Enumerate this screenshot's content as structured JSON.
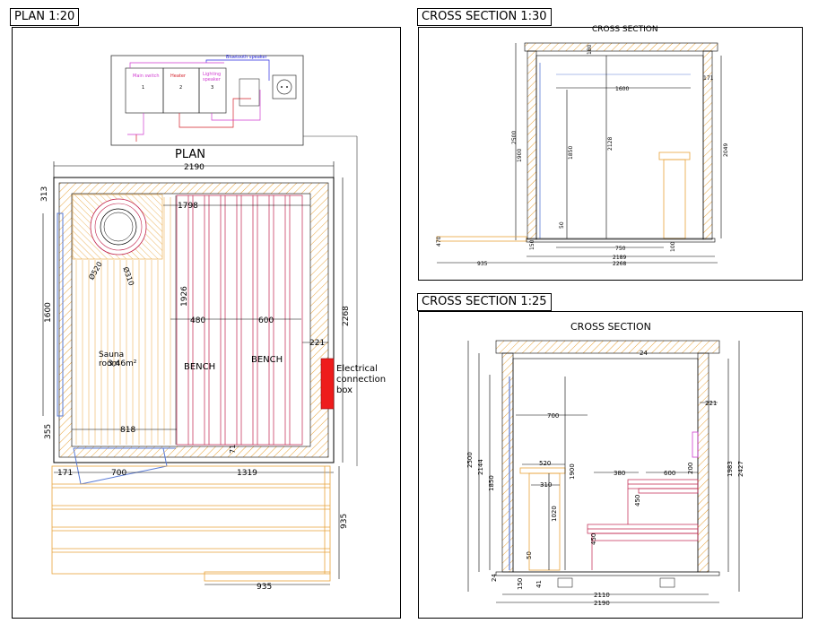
{
  "panels": {
    "plan_tab": "PLAN 1:20",
    "cs1_tab": "CROSS SECTION 1:30",
    "cs2_tab": "CROSS SECTION 1:25"
  },
  "plan": {
    "heading": "PLAN",
    "dim_total_width": "2190",
    "dim_313": "313",
    "dim_1798": "1798",
    "dim_1600": "1600",
    "dim_355": "355",
    "dim_1926": "1926",
    "dim_480": "480",
    "dim_600": "600",
    "dim_221": "221",
    "dim_2268": "2268",
    "dim_818": "818",
    "dim_71": "71",
    "dim_171": "171",
    "dim_700": "700",
    "dim_1319": "1319",
    "dim_935_vertical": "935",
    "dim_935_bottom": "935",
    "dim_d520": "Ø520",
    "dim_d310": "Ø310",
    "room_label_1": "Sauna",
    "room_label_2": "room",
    "room_area": "3,46m²",
    "bench_1": "BENCH",
    "bench_2": "BENCH",
    "box_label_1": "Electrical",
    "box_label_2": "connection",
    "box_label_3": "box"
  },
  "wiring": {
    "main_switch": "Main switch",
    "heater": "Heater",
    "lighting_1": "Lighting",
    "lighting_2": "speaker",
    "bluetooth": "Bluetooth speaker",
    "n1": "1",
    "n2": "2",
    "n3": "3"
  },
  "cs1": {
    "heading": "CROSS SECTION",
    "dim_1600": "1600",
    "dim_2500": "2500",
    "dim_1900": "1900",
    "dim_1850": "1850",
    "dim_2128": "2128",
    "dim_2049": "2049",
    "dim_171": "171",
    "dim_180": "180",
    "dim_50": "50",
    "dim_470": "470",
    "dim_150": "150",
    "dim_750": "750",
    "dim_100": "100",
    "dim_935": "935",
    "dim_2189": "2189",
    "dim_2268": "2268"
  },
  "cs2": {
    "heading": "CROSS SECTION",
    "dim_2500": "2500",
    "dim_2144": "2144",
    "dim_1850": "1850",
    "dim_700": "700",
    "dim_520": "520",
    "dim_310": "310",
    "dim_1900": "1900",
    "dim_1020": "1020",
    "dim_380": "380",
    "dim_600": "600",
    "dim_200": "200",
    "dim_450": "450",
    "dim_450b": "450",
    "dim_221": "221",
    "dim_1983": "1983",
    "dim_2427": "2427",
    "dim_24": "24",
    "dim_50": "50",
    "dim_41": "41",
    "dim_150": "150",
    "dim_24b": "24",
    "dim_2110": "2110",
    "dim_2190": "2190"
  },
  "colors": {
    "wall_hatch": "#e8a33a",
    "bench": "#c0204a",
    "dim": "#000000",
    "electric_box": "#ee1c1c",
    "glass": "#5a7bd6",
    "wiring_blue": "#2a2ae0",
    "wiring_magenta": "#d03ad0",
    "wiring_red": "#d4202a"
  }
}
